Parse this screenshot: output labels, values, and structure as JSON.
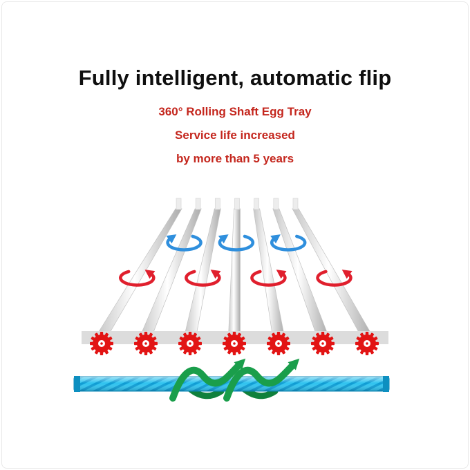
{
  "card": {
    "background": "#ffffff",
    "border_color": "#e9e9e9"
  },
  "header": {
    "title": "Fully intelligent, automatic flip",
    "title_color": "#0f0f0f",
    "lines": [
      "360° Rolling Shaft Egg Tray",
      "Service life increased",
      "by more than 5 years"
    ],
    "line_color": "#c4261d"
  },
  "illustration": {
    "description": "egg-tray-roller-diagram",
    "roller_count": 7,
    "tube_gradient": [
      "#c6c6c6",
      "#ffffff",
      "#ababab"
    ],
    "bracket_color": "#ededed",
    "rail_color": "#dcdcdc",
    "gears": {
      "count": 7,
      "color": "#e21414",
      "hub_color": "#ffffff"
    },
    "rotation_arrows": {
      "blue": {
        "color": "#2f8fdd",
        "count": 3
      },
      "red": {
        "color": "#e01f2d",
        "count": 4
      }
    },
    "screw_rod": {
      "body_color": "#2fc3ef",
      "thread_color": "#0c9cd4",
      "cap_color": "#0d8fc0",
      "edge_color": "#0a85b5"
    },
    "swirl_arrows": {
      "color": "#1a9e4b",
      "shadow_color": "#10803c",
      "count": 2
    }
  }
}
